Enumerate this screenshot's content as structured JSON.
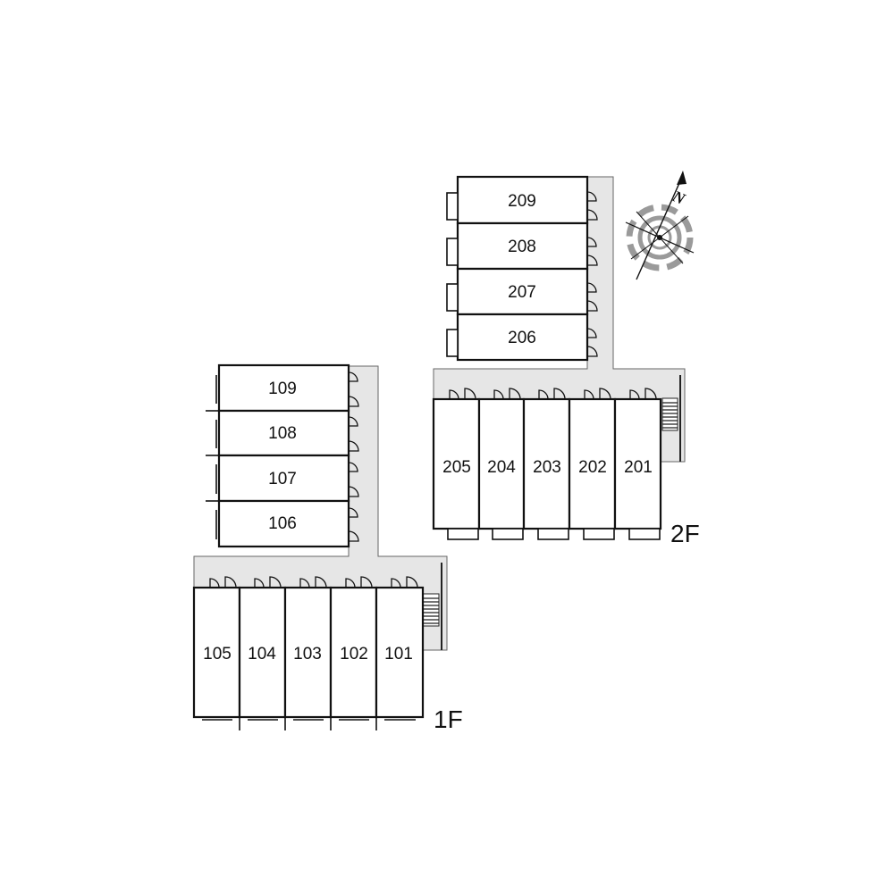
{
  "floors": [
    {
      "label": "1F",
      "upper_units": [
        "109",
        "108",
        "107",
        "106"
      ],
      "lower_units": [
        "105",
        "104",
        "103",
        "102",
        "101"
      ]
    },
    {
      "label": "2F",
      "upper_units": [
        "209",
        "208",
        "207",
        "206"
      ],
      "lower_units": [
        "205",
        "204",
        "203",
        "202",
        "201"
      ]
    }
  ],
  "compass": {
    "north_label": "N"
  },
  "colors": {
    "corridor": "#e6e6e6",
    "wall": "#111111",
    "compass_ring": "#9a9a9a"
  }
}
